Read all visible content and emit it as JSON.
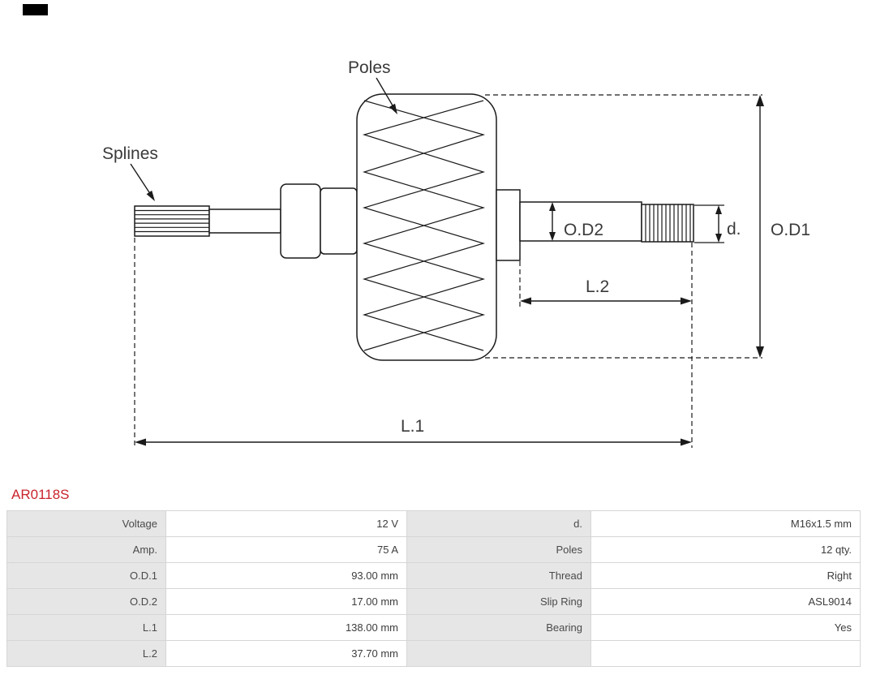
{
  "part": {
    "number": "AR0118S"
  },
  "colors": {
    "part_number_red": "#c9252c",
    "table_label_bg": "#e6e6e6",
    "drawing_line": "#1a1a1a"
  },
  "diagram": {
    "labels": {
      "poles": "Poles",
      "splines": "Splines",
      "od2": "O.D2",
      "d": "d.",
      "od1": "O.D1",
      "l2": "L.2",
      "l1": "L.1"
    }
  },
  "table": {
    "rows": [
      {
        "label": "Voltage",
        "value": "12 V",
        "label2": "d.",
        "value2": "M16x1.5 mm"
      },
      {
        "label": "Amp.",
        "value": "75 A",
        "label2": "Poles",
        "value2": "12 qty."
      },
      {
        "label": "O.D.1",
        "value": "93.00 mm",
        "label2": "Thread",
        "value2": "Right"
      },
      {
        "label": "O.D.2",
        "value": "17.00 mm",
        "label2": "Slip Ring",
        "value2": "ASL9014"
      },
      {
        "label": "L.1",
        "value": "138.00 mm",
        "label2": "Bearing",
        "value2": "Yes"
      },
      {
        "label": "L.2",
        "value": "37.70 mm",
        "label2": "",
        "value2": ""
      }
    ]
  }
}
